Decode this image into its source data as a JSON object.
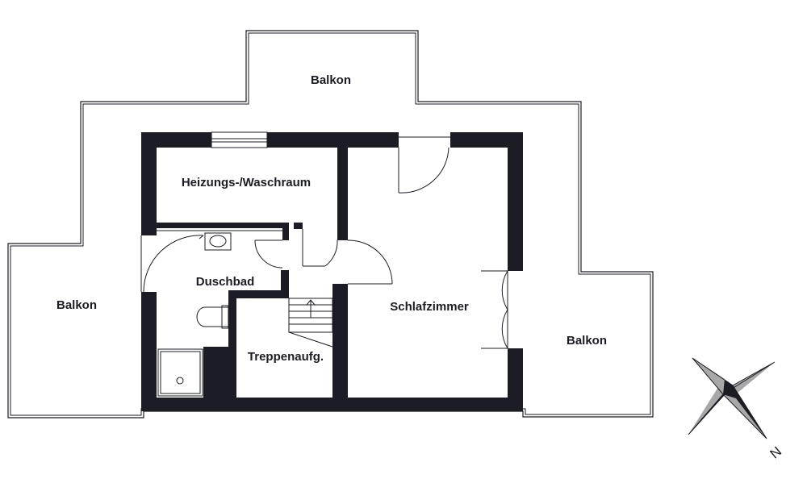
{
  "rooms": {
    "balcony_top": "Balkon",
    "balcony_left": "Balkon",
    "balcony_right": "Balkon",
    "heating_laundry": "Heizungs-/Waschraum",
    "shower_bath": "Duschbad",
    "bedroom": "Schlafzimmer",
    "stairwell": "Treppenaufg."
  },
  "compass": {
    "north_label": "N"
  },
  "colors": {
    "wall": "#1b1c24",
    "background": "#ffffff",
    "compass_light": "#a8a8a8"
  }
}
